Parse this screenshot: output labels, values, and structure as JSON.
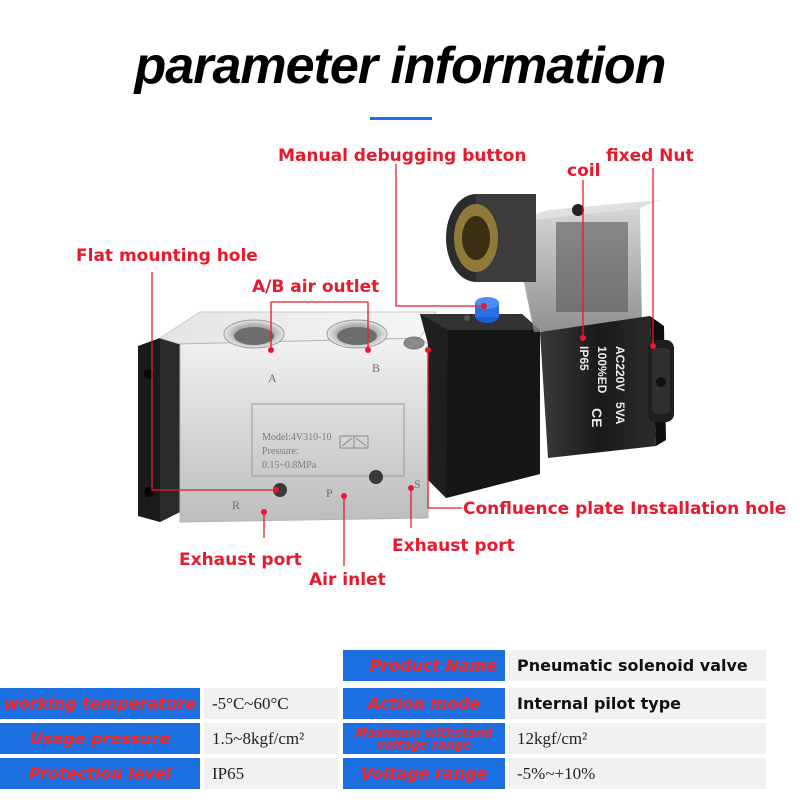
{
  "title": "parameter information",
  "colors": {
    "accent": "#1e6fd9",
    "callout": "#e8192c",
    "header_bg": "#1c6fe0"
  },
  "callouts": {
    "manual_debugging_button": "Manual debugging button",
    "coil": "coil",
    "fixed_nut": "fixed Nut",
    "flat_mounting_hole": "Flat mounting hole",
    "ab_air_outlet": "A/B air outlet",
    "confluence_plate": "Confluence plate Installation hole",
    "exhaust_port_left": "Exhaust port",
    "exhaust_port_right": "Exhaust port",
    "air_inlet": "Air inlet"
  },
  "valve_markings": {
    "port_a": "A",
    "port_b": "B",
    "port_r": "R",
    "port_p": "P",
    "port_s": "S",
    "model": "Model:4V310-10",
    "pressure_label": "Pressure:",
    "pressure_range": "0.15~0.8MPa",
    "coil_voltage": "AC220V",
    "coil_power": "5VA",
    "coil_duty": "100%ED",
    "coil_ip": "IP65",
    "coil_ce": "CE"
  },
  "specs": {
    "product_name_label": "Product Name",
    "product_name_value": "Pneumatic solenoid valve",
    "working_temperature_label": "working temperature",
    "working_temperature_value": "-5°C~60°C",
    "action_mode_label": "Action mode",
    "action_mode_value": "Internal pilot type",
    "usage_pressure_label": "Usage pressure",
    "usage_pressure_value": "1.5~8kgf/cm²",
    "max_voltage_label_line1": "Maximum withstand",
    "max_voltage_label_line2": "voltage range",
    "max_voltage_value": "12kgf/cm²",
    "protection_level_label": "Protection level",
    "protection_level_value": "IP65",
    "voltage_range_label": "Voltage range",
    "voltage_range_value": "-5%~+10%"
  }
}
